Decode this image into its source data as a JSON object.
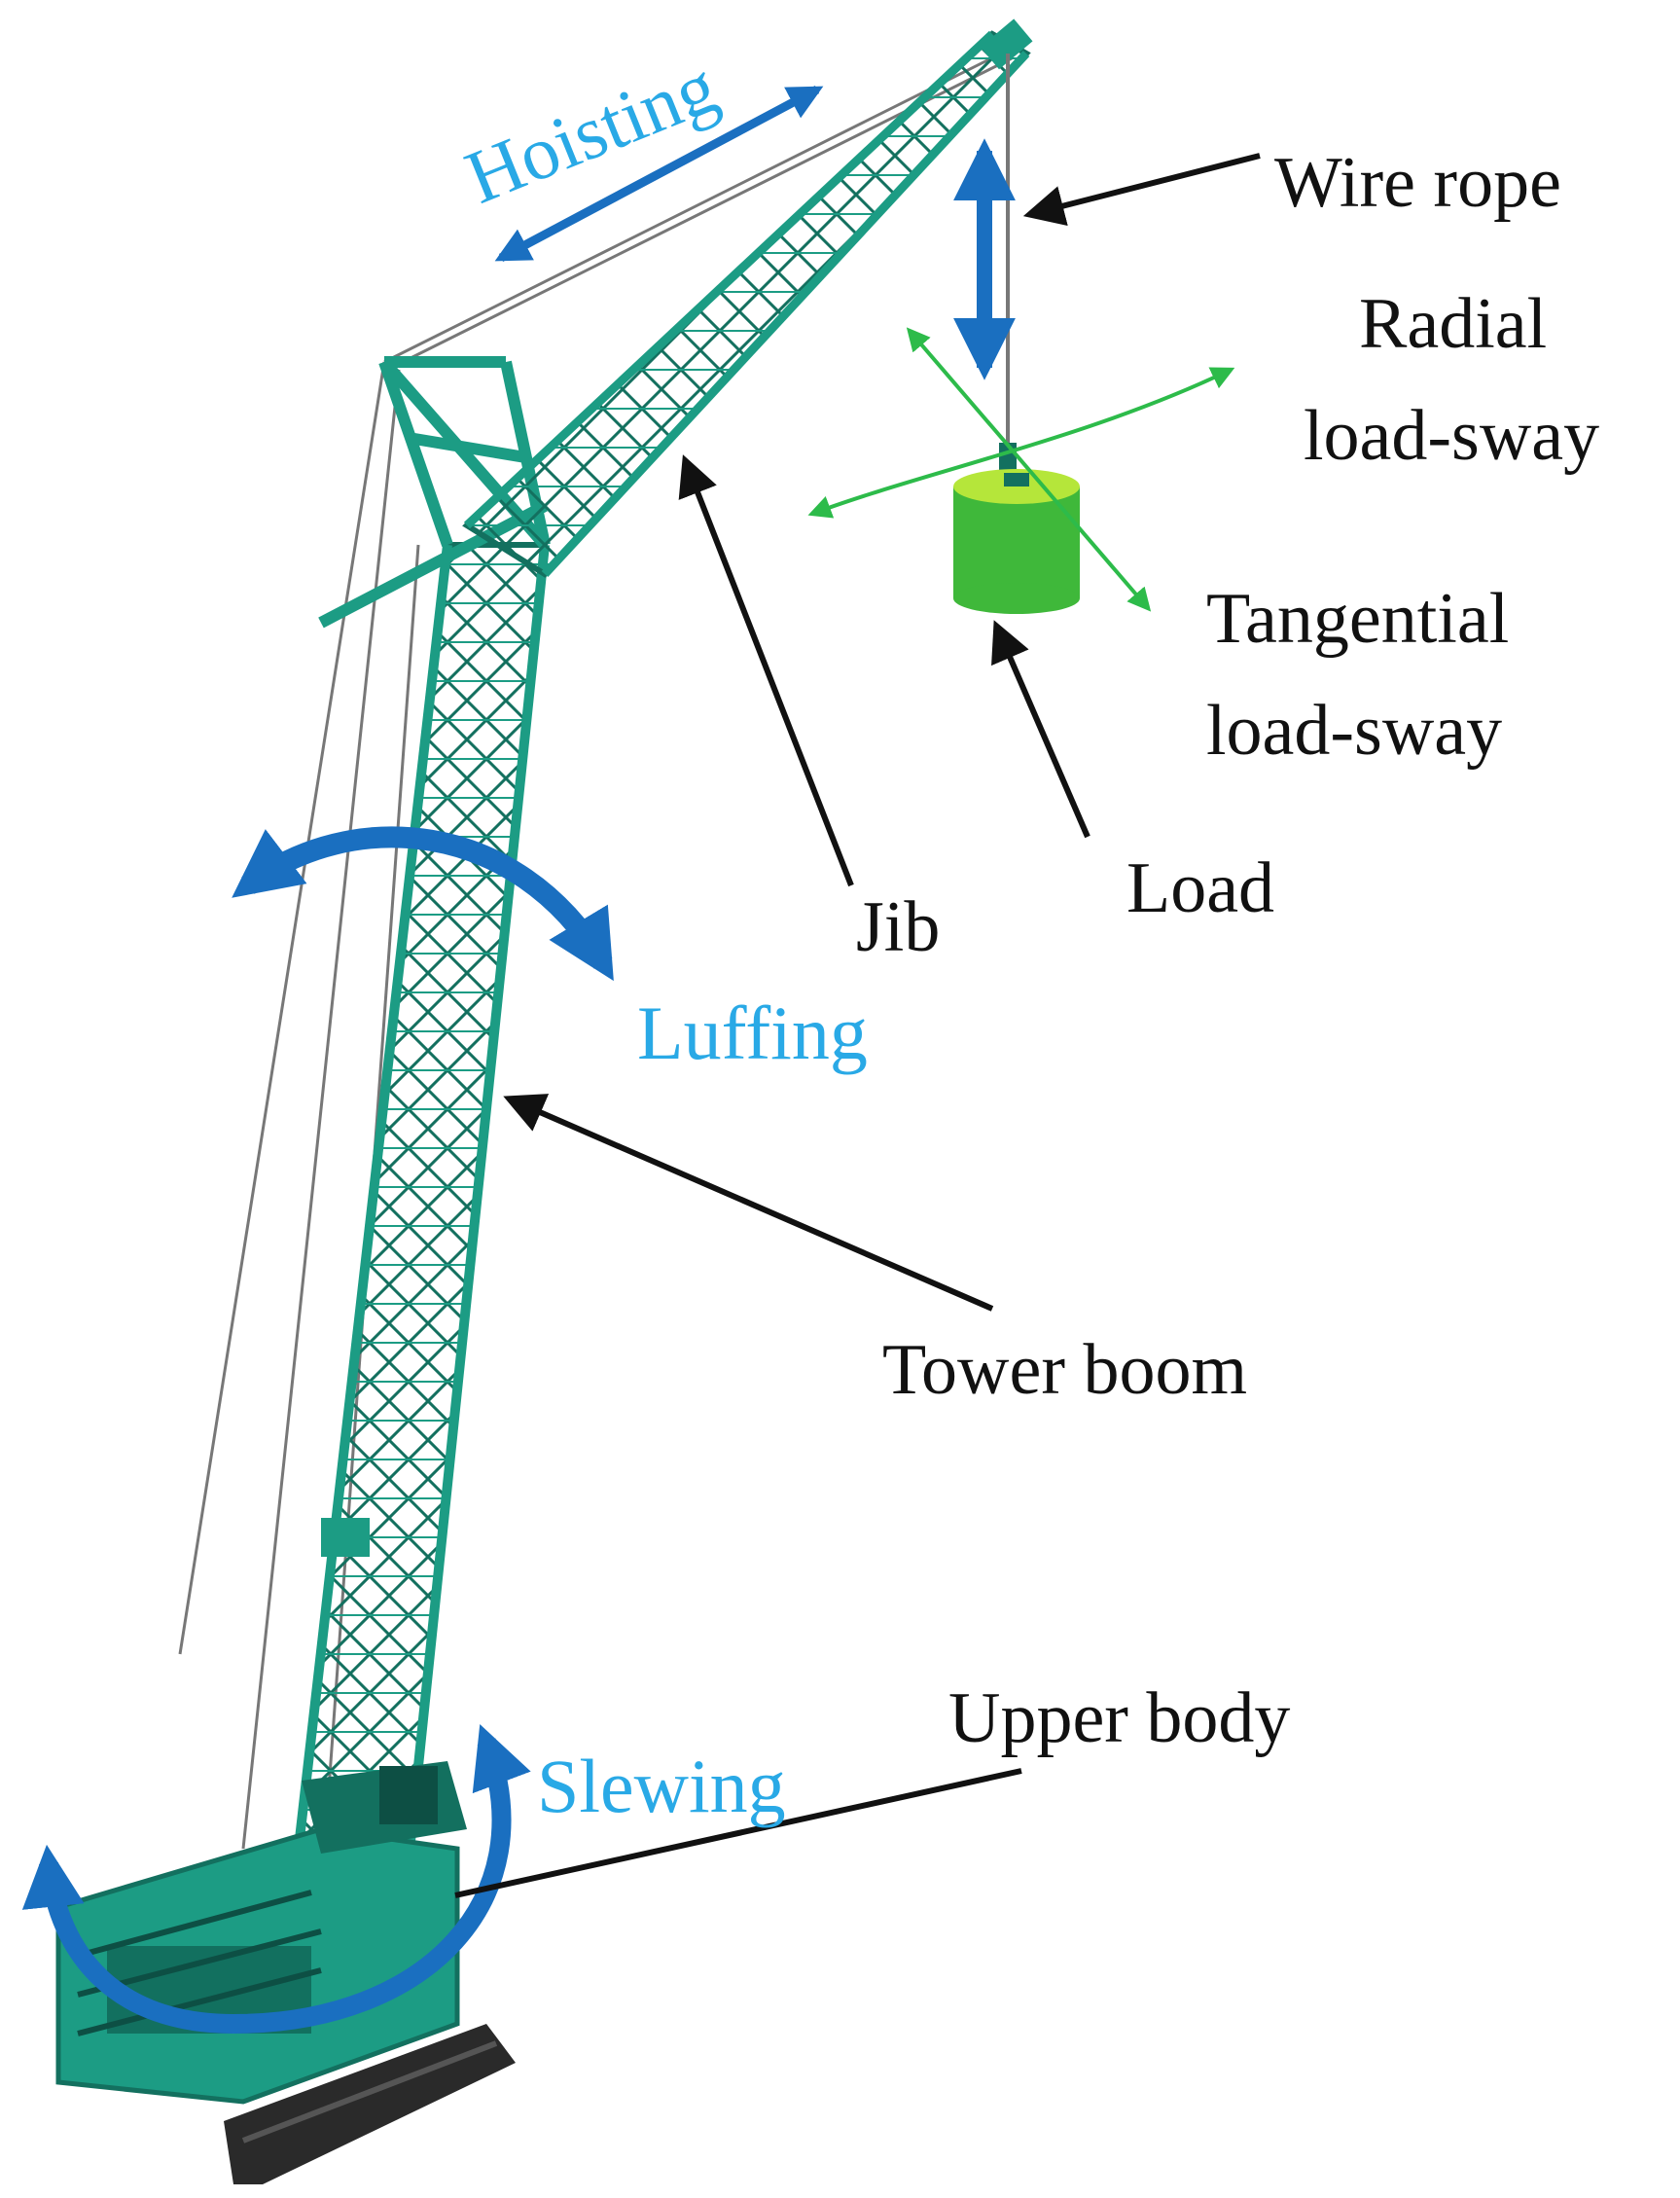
{
  "labels": {
    "wire_rope": "Wire rope",
    "radial_line1": "Radial",
    "radial_line2": "load-sway",
    "tangential_line1": "Tangential",
    "tangential_line2": "load-sway",
    "load": "Load",
    "jib": "Jib",
    "tower_boom": "Tower boom",
    "upper_body": "Upper body"
  },
  "motions": {
    "hoisting": "Hoisting",
    "luffing": "Luffing",
    "slewing": "Slewing"
  },
  "colors": {
    "crane_teal": "#1c9c84",
    "crane_dark": "#13705f",
    "motion_blue": "#1a6fc0",
    "motion_text": "#29a9e6",
    "sway_green": "#2dbb4a",
    "load_green": "#3fb83a",
    "load_top": "#b5e63a",
    "leader_black": "#111111",
    "rope_gray": "#777777"
  }
}
